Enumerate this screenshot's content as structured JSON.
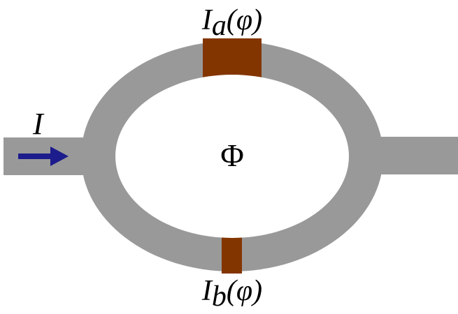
{
  "diagram": {
    "labels": {
      "current_in": "I",
      "flux": "Φ",
      "junction_a_symbol": "I",
      "junction_a_sub": "a",
      "junction_a_arg": "(φ)",
      "junction_b_symbol": "I",
      "junction_b_sub": "b",
      "junction_b_arg": "(φ)"
    },
    "colors": {
      "ring": "#999999",
      "junction": "#833500",
      "arrow": "#1c1c8c",
      "background": "#ffffff"
    },
    "icons": {
      "arrow": "arrow-right-icon"
    }
  }
}
